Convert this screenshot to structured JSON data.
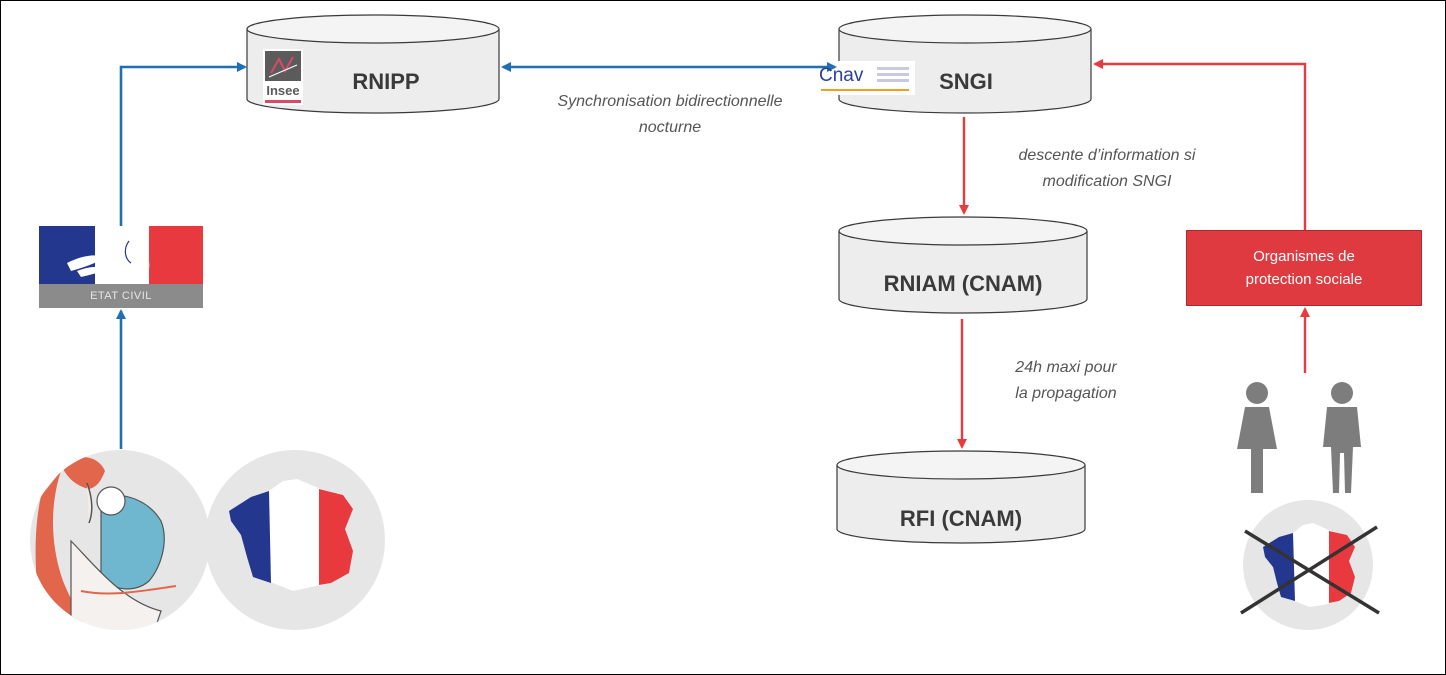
{
  "nodes": {
    "rnipp": {
      "label": "RNIPP"
    },
    "sngi": {
      "label": "SNGI"
    },
    "rniam": {
      "label": "RNIAM (CNAM)"
    },
    "rfi": {
      "label": "RFI (CNAM)"
    }
  },
  "notes": {
    "sync_line1": "Synchronisation bidirectionnelle",
    "sync_line2": "nocturne",
    "descente_line1": "descente d’information si",
    "descente_line2": "modification SNGI",
    "prop_line1": "24h maxi pour",
    "prop_line2": "la propagation"
  },
  "organismes": {
    "line1": "Organismes de",
    "line2": "protection sociale"
  },
  "etat_civil": {
    "label": "ETAT CIVIL"
  },
  "logos": {
    "insee": "Insee",
    "cnav": "Cnav"
  },
  "colors": {
    "blue_arrow": "#1f6fb5",
    "red_arrow": "#e83a3f",
    "cylinder_fill": "#ededed",
    "cylinder_stroke": "#3a3a3a",
    "org_box": "#e03a41",
    "france_blue": "#24378f",
    "france_red": "#e8393f"
  },
  "icons": [
    "mother-with-baby-illustration",
    "france-map-icon",
    "people-icon",
    "crossed-france-map-icon",
    "marianne-logo",
    "insee-logo",
    "cnav-logo"
  ]
}
